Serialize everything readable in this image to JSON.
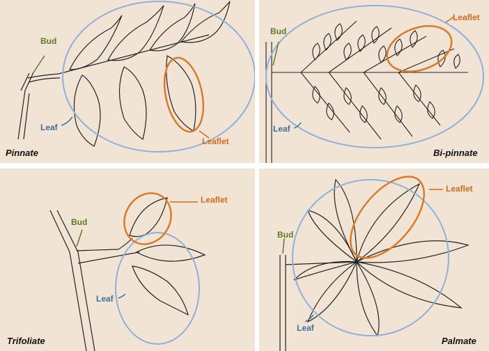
{
  "panels": [
    {
      "title": "Pinnate",
      "labels": {
        "bud": "Bud",
        "leaf": "Leaf",
        "leaflet": "Leaflet"
      }
    },
    {
      "title": "Bi-pinnate",
      "labels": {
        "bud": "Bud",
        "leaf": "Leaf",
        "leaflet": "Leaflet"
      }
    },
    {
      "title": "Trifoliate",
      "labels": {
        "bud": "Bud",
        "leaf": "Leaf",
        "leaflet": "Leaflet"
      }
    },
    {
      "title": "Palmate",
      "labels": {
        "bud": "Bud",
        "leaf": "Leaf",
        "leaflet": "Leaflet"
      }
    }
  ],
  "colors": {
    "background": "#f2e4d4",
    "leaf_outline": "#8fb0d8",
    "leaflet_outline": "#d97a28",
    "bud_label": "#5a7a2a",
    "leaf_label": "#3f6f96",
    "leaflet_label": "#d06a1c",
    "ink": "#222222"
  }
}
